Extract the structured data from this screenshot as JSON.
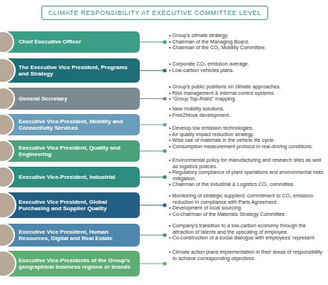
{
  "diagram": {
    "title": "CLIMATE RESPONSIBILITY AT EXECUTIVE COMMITTEE LEVEL",
    "nodes": [
      {
        "text": [
          "Chief Executive Officer"
        ]
      },
      {
        "text": [
          "The Executive Vice President, Programs and Strategy"
        ]
      },
      {
        "text": [
          "General Secretary"
        ]
      },
      {
        "text": [
          "Executive Vice-President, Mobility and Connectivity Services"
        ]
      },
      {
        "text": [
          "Executive Vice President, Quality and Engineering"
        ]
      },
      {
        "text": [
          "Executive Vice-President, Industrial"
        ]
      },
      {
        "text": [
          "Executive Vice President, Global Purchasing and Supplier Quality"
        ]
      },
      {
        "text": [
          "Executive Vice President, Human Resources, Digital and Real Estate"
        ]
      },
      {
        "text": [
          "Executive Vice-Presidents of the Group's geographical business regions or brands"
        ]
      }
    ],
    "labels": [
      "• Group's climate strategy.",
      "• Chairman of the Managing Board.",
      "• Chairman of the CO₂ Mobility Committee.",
      "• Corporate CO₂ emission average.",
      "• Low-carbon vehicles plans.",
      "• Group's public positions on climate approaches.",
      "• Risk management & internal control systems.",
      "• “Group Top-Risks” mapping.",
      "• New mobility solutions.",
      "• Free2Move development.",
      "• Develop low emission technologies.",
      "• Air quality impact reduction strategy.",
      "• Wise use of materials in the vehicle life cycle.",
      "• Consumption measurement protocol in real-driving conditions.",
      "• Environmental policy for manufacturing and research sites as well as logistics policies.",
      "• Regulatory compliance of plant operations and environmental risks mitigation.",
      "• Chairman of the Industrial & Logistics CO₂ committee.",
      "• Monitoring of strategic suppliers' commitment to CO₂ emission reduction in compliance with Paris Agreement.",
      "• Development of local sourcing.",
      "• Co-chairman of the Materials Strategy Committee.",
      "• Company's transition to a low-carbon economy through the attraction of talents and the upscaling of employee",
      "• Co-construction of a social dialogue with employees' represent",
      "• Climate action plans implementation in their areas of responsibility to achieve corresponding objectives."
    ]
  }
}
